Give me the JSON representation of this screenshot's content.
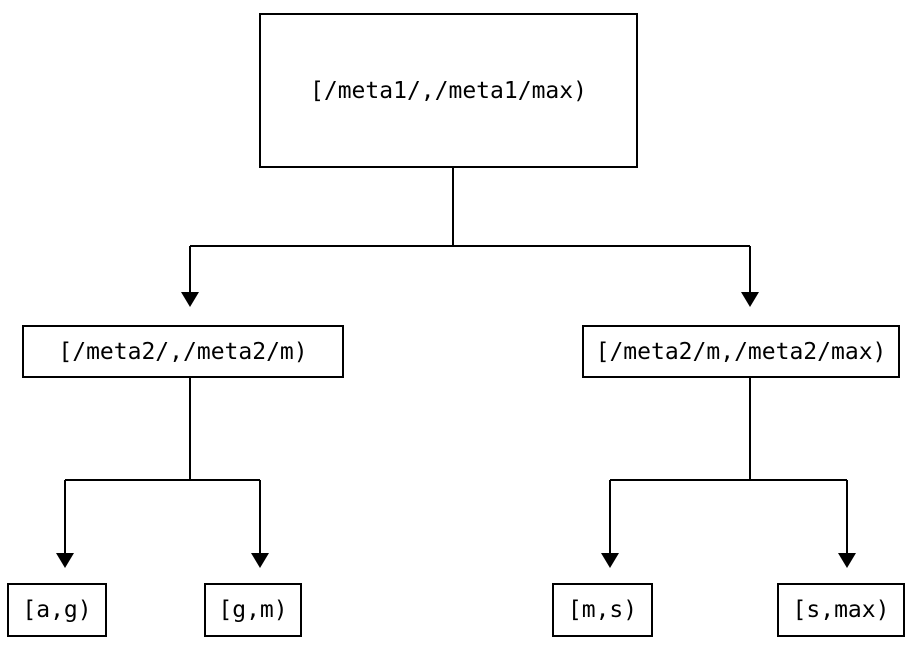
{
  "diagram": {
    "background_color": "#ffffff",
    "line_color": "#000000",
    "text_color": "#000000",
    "nodes": {
      "root": "[/meta1/,/meta1/max)",
      "left": "[/meta2/,/meta2/m)",
      "right": "[/meta2/m,/meta2/max)",
      "left_left": "[a,g)",
      "left_right": "[g,m)",
      "right_left": "[m,s)",
      "right_right": "[s,max)"
    },
    "edges": [
      {
        "from": "root",
        "to": "left"
      },
      {
        "from": "root",
        "to": "right"
      },
      {
        "from": "left",
        "to": "left_left"
      },
      {
        "from": "left",
        "to": "left_right"
      },
      {
        "from": "right",
        "to": "right_left"
      },
      {
        "from": "right",
        "to": "right_right"
      }
    ]
  }
}
